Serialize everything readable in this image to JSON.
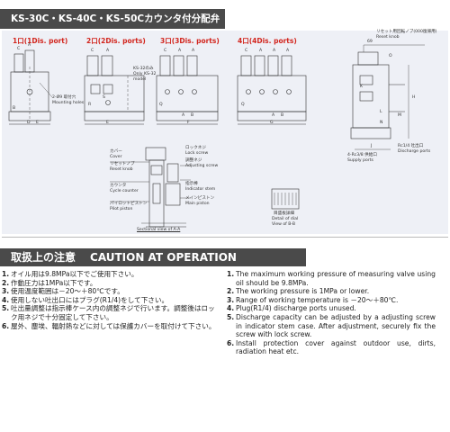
{
  "header": {
    "title": "KS-30C・KS-40C・KS-50Cカウンタ付分配弁"
  },
  "ports": [
    {
      "label": "1口(1Dis. port)"
    },
    {
      "label": "2口(2Dis. ports)"
    },
    {
      "label": "3口(3Dis. ports)"
    },
    {
      "label": "4口(4Dis. ports)"
    }
  ],
  "letters": {
    "A": "A",
    "B": "B",
    "C": "C",
    "D": "D",
    "E": "E",
    "F": "F",
    "G": "G",
    "H": "H",
    "I": "I",
    "J": "J",
    "K": "K",
    "L": "L",
    "M": "M",
    "N": "N",
    "O": "O",
    "P": "P",
    "Q": "Q",
    "R": "R",
    "S": "S"
  },
  "callouts": {
    "mounting_holes_ja": "2-Ø9 取付穴",
    "mounting_holes_en": "Mounting holes",
    "ks32_ja": "KS-32のみ",
    "ks32_en": "Only KS-32",
    "ks32_model": "model",
    "reset_knob_ja": "リセット用回転ノブ(000復帰用)",
    "reset_knob_en": "Reset knob",
    "dim_69": "69",
    "supply_ja": "4-Rc3/8 供給口",
    "supply_en": "Supply ports",
    "discharge_ja": "Rc1/4 吐出口",
    "discharge_en": "Discharge ports",
    "cover_ja": "カバー",
    "cover_en": "Cover",
    "resetknob2_ja": "リセットノブ",
    "resetknob2_en": "Reset knob",
    "counter_ja": "カウンタ",
    "counter_en": "Cycle counter",
    "pilot_ja": "パイロットピストン",
    "pilot_en": "Pilot piston",
    "lockscrew_ja": "ロックネジ",
    "lockscrew_en": "Lock screw",
    "adjust_ja": "調整ネジ",
    "adjust_en": "Adjusting screw",
    "stem_ja": "指示棒",
    "stem_en": "Indicator stem",
    "main_ja": "メインピストン",
    "main_en": "Main piston",
    "section": "Sectional view of A-A",
    "dial_ja": "目盛板詳細",
    "dial_en1": "Detail of dial",
    "dial_en2": "View of B-B"
  },
  "caution": {
    "title_ja": "取扱上の注意",
    "title_en": "CAUTION AT OPERATION",
    "items_ja": [
      {
        "num": "1.",
        "text": "オイル用は9.8MPa以下でご使用下さい。"
      },
      {
        "num": "2.",
        "text": "作動圧力は1MPa以下です。"
      },
      {
        "num": "3.",
        "text": "使用温度範囲は－20～＋80℃です。"
      },
      {
        "num": "4.",
        "text": "使用しない吐出口にはプラグ(R1/4)をして下さい。"
      },
      {
        "num": "5.",
        "text": "吐出量調整は指示棒ケース内の調整ネジで行います。調整後はロック用ネジで十分固定して下さい。"
      },
      {
        "num": "6.",
        "text": "屋外、塵埃、輻射熱などに対しては保護カバーを取付けて下さい。"
      }
    ],
    "items_en": [
      {
        "num": "1.",
        "text": "The maximum working pressure of measuring valve using oil should be 9.8MPa."
      },
      {
        "num": "2.",
        "text": "The working pressure is 1MPa or lower."
      },
      {
        "num": "3.",
        "text": "Range of working temperature is －20～＋80℃."
      },
      {
        "num": "4.",
        "text": "Plug(R1/4) discharge ports unused."
      },
      {
        "num": "5.",
        "text": "Discharge capacity can be adjusted by a adjusting screw in indicator stem case. After adjustment, securely fix the screw with lock screw."
      },
      {
        "num": "6.",
        "text": "Install protection cover against outdoor use, dirts, radiation heat etc."
      }
    ]
  },
  "colors": {
    "accent_red": "#d2251d",
    "header_bg": "#4a4a4a",
    "drawing_bg": "#eef0f6"
  }
}
